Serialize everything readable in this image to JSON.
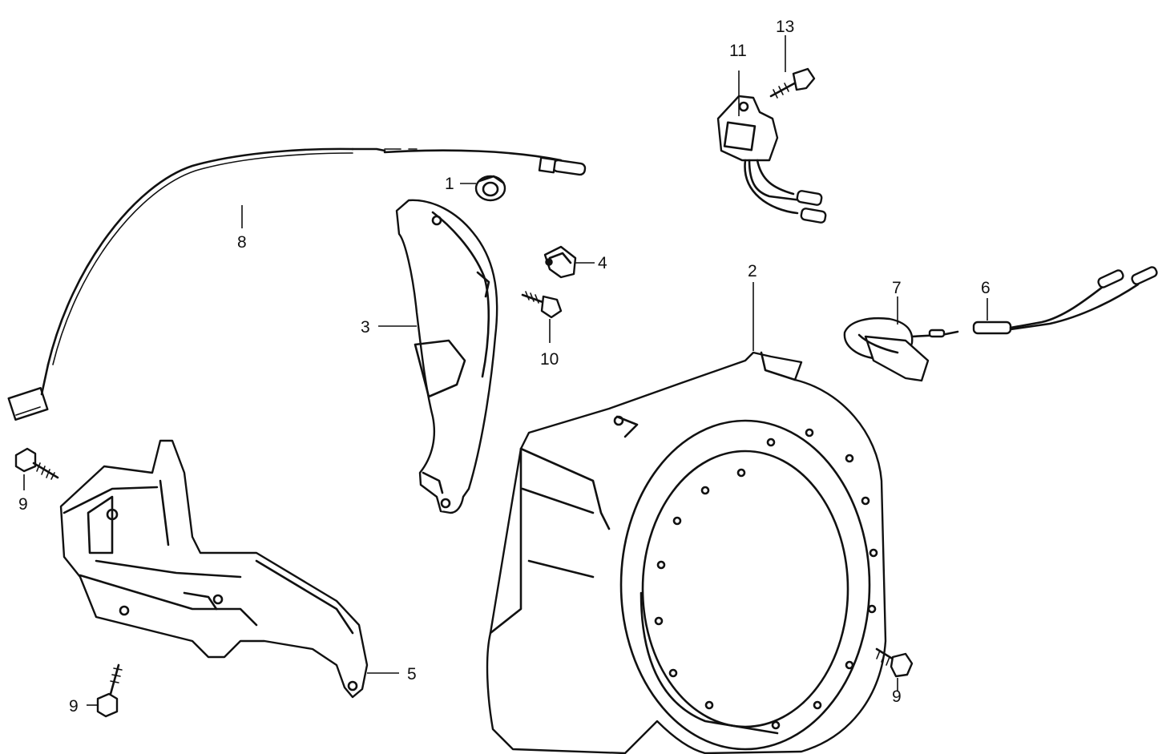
{
  "callouts": {
    "c1": "1",
    "c2": "2",
    "c3": "3",
    "c4": "4",
    "c5": "5",
    "c6": "6",
    "c7": "7",
    "c8": "8",
    "c9a": "9",
    "c9b": "9",
    "c9c": "9",
    "c10": "10",
    "c11": "11",
    "c13": "13"
  },
  "colors": {
    "ink": "#111111",
    "paper": "#ffffff"
  },
  "parts": [
    "grommet-icon",
    "fan-cover-shroud-icon",
    "side-shroud-icon",
    "wire-clip-icon",
    "bottom-shroud-icon",
    "wire-harness-icon",
    "oil-sensor-icon",
    "cable-icon",
    "flange-bolt-icon",
    "ignition-module-icon",
    "screw-icon"
  ]
}
